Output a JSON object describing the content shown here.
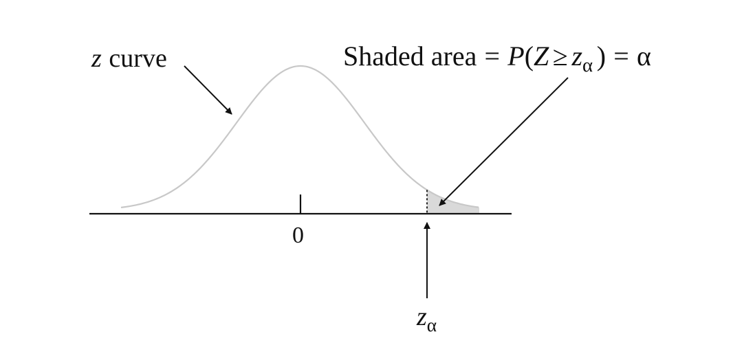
{
  "curve_label": {
    "var": "z",
    "word": "curve"
  },
  "area_label": {
    "lead": "Shaded area",
    "eq": "=",
    "p": "P",
    "open": "(",
    "Z": "Z",
    "ge": "≥",
    "z": "z",
    "alpha": "α",
    "close": ")",
    "eq2": "=",
    "result": "α"
  },
  "zero_tick": "0",
  "critical_value": {
    "z": "z",
    "alpha": "α"
  },
  "colors": {
    "curve": "#c8c8c8",
    "shade": "#d9d9d9",
    "axis": "#111111",
    "arrow": "#111111"
  }
}
